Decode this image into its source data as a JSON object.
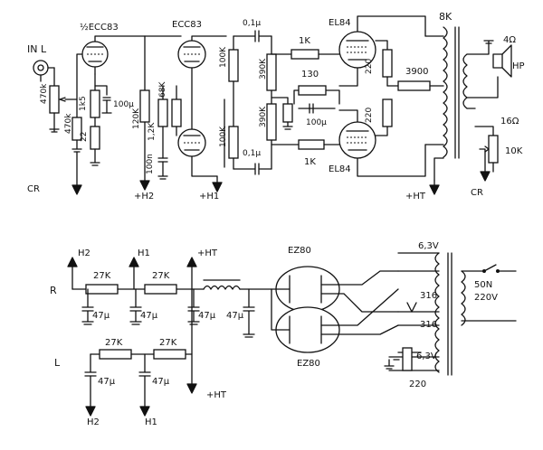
{
  "input": {
    "label": "IN L"
  },
  "preamp_tube": {
    "label": "½ECC83"
  },
  "driver_tube": {
    "label": "ECC83"
  },
  "power_tube_top": {
    "label": "EL84"
  },
  "power_tube_bottom": {
    "label": "EL84"
  },
  "output_transformer": {
    "label": "8K",
    "tap_4": "4Ω",
    "tap_16": "16Ω",
    "speaker": "HP",
    "cr_pot": "10K",
    "cr_label": "CR"
  },
  "left_section": {
    "pot": "470k",
    "r_grid_leak": "470k",
    "r_cathode_1": "22",
    "r_cathode_2": "1k5",
    "c_cathode": "100µ",
    "cr_label": "CR",
    "r_plate": "120K",
    "r_stage2": "68K",
    "r_1k2": "1,2K",
    "c_100n": "100n",
    "h2": "+H2",
    "h1": "+H1"
  },
  "mid_section": {
    "c_top": "0,1µ",
    "c_bottom": "0,1µ",
    "r_100k_left": "100K",
    "r_100k_lower": "100K",
    "r_390k_top": "390K",
    "r_390k_bottom": "390K",
    "r_1k_top": "1K",
    "r_1k_bottom": "1K",
    "r_130": "130",
    "c_100u": "100µ",
    "r_220_top": "220",
    "r_220_bottom": "220",
    "r_3900": "3900",
    "ht": "+HT"
  },
  "power_supply": {
    "channel_r": "R",
    "channel_l": "L",
    "h2_top": "H2",
    "h1_top": "H1",
    "ht_top": "+HT",
    "r_27k_1": "27K",
    "r_27k_2": "27K",
    "r_27k_3": "27K",
    "r_27k_4": "27K",
    "c_47u_1": "47µ",
    "c_47u_2": "47µ",
    "c_47u_3": "47µ",
    "c_47u_4": "47µ",
    "c_47u_5": "47µ",
    "c_47u_6": "47µ",
    "h2_bottom": "H2",
    "h1_bottom": "H1",
    "ht_bottom": "+HT",
    "rect_top": "EZ80",
    "rect_bottom": "EZ80",
    "heater_1": "6,3V",
    "heater_2": "6,3V",
    "sec_1": "316",
    "sec_2": "316",
    "mains_50n": "50N",
    "mains_220": "220V",
    "hum_pot": "220"
  }
}
